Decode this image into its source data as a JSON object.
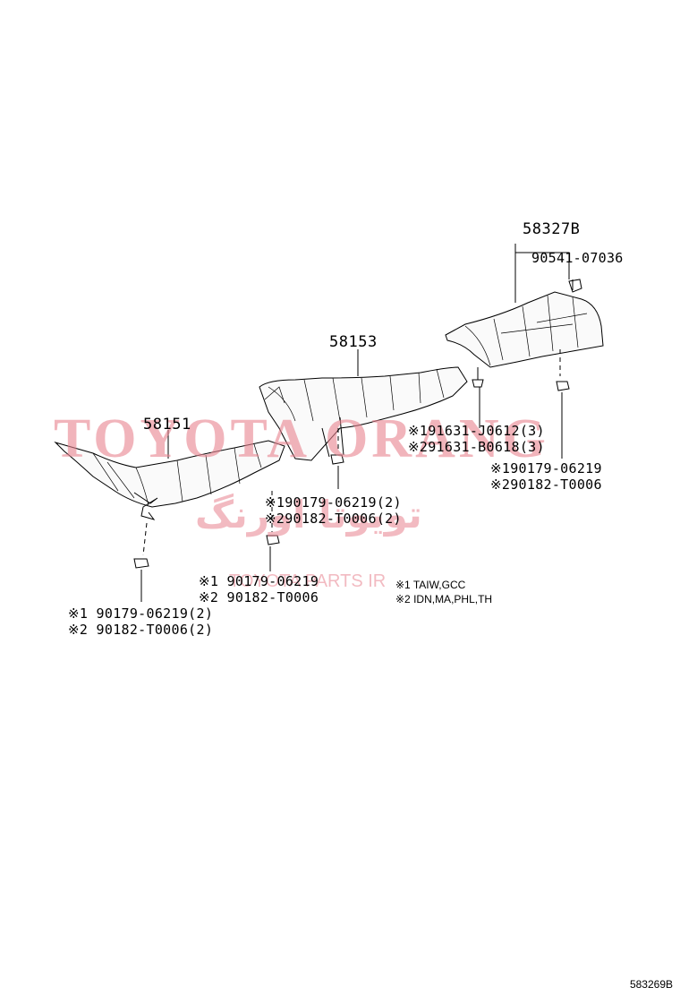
{
  "parts": {
    "p58327b": "58327B",
    "p90541": "90541-07036",
    "p58153": "58153",
    "p58151": "58151",
    "right_bolt_1": "※191631-J0612(3)",
    "right_bolt_2": "※291631-B0618(3)",
    "right_nut_1": "※190179-06219",
    "right_nut_2": "※290182-T0006",
    "mid_nut_1": "※190179-06219(2)",
    "mid_nut_2": "※290182-T0006(2)",
    "lower_mid_1": "※1 90179-06219",
    "lower_mid_2": "※2 90182-T0006",
    "left_nut_1": "※1 90179-06219(2)",
    "left_nut_2": "※2 90182-T0006(2)"
  },
  "legend": {
    "note1": "※1  TAIW,GCC",
    "note2": "※2  IDN,MA,PHL,TH"
  },
  "watermark": {
    "brand": "TOYOTA ORANG",
    "persian": "تویوتا اورنگ",
    "site": "TOYOTA PARTS IR"
  },
  "diagram_code": "583269B"
}
